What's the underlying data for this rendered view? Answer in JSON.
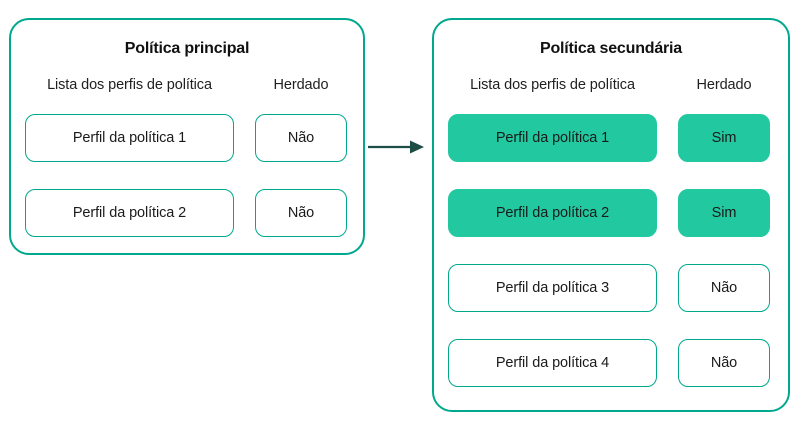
{
  "theme": {
    "accent_border": "#00a88e",
    "accent_fill": "#22c9a0",
    "arrow_color": "#1e4d46",
    "text_color": "#1a1a1a",
    "background": "#ffffff"
  },
  "columns": {
    "profiles_header": "Lista dos perfis de política",
    "inherited_header": "Herdado"
  },
  "panels": [
    {
      "id": "primary",
      "title": "Política principal",
      "rows": [
        {
          "profile": "Perfil da política 1",
          "inherited": "Não",
          "highlighted": false
        },
        {
          "profile": "Perfil da política 2",
          "inherited": "Não",
          "highlighted": false
        }
      ]
    },
    {
      "id": "secondary",
      "title": "Política secundária",
      "rows": [
        {
          "profile": "Perfil da política 1",
          "inherited": "Sim",
          "highlighted": true
        },
        {
          "profile": "Perfil da política 2",
          "inherited": "Sim",
          "highlighted": true
        },
        {
          "profile": "Perfil da política 3",
          "inherited": "Não",
          "highlighted": false
        },
        {
          "profile": "Perfil da política 4",
          "inherited": "Não",
          "highlighted": false
        }
      ]
    }
  ],
  "connector": {
    "icon": "arrow-right-icon",
    "label": ""
  }
}
